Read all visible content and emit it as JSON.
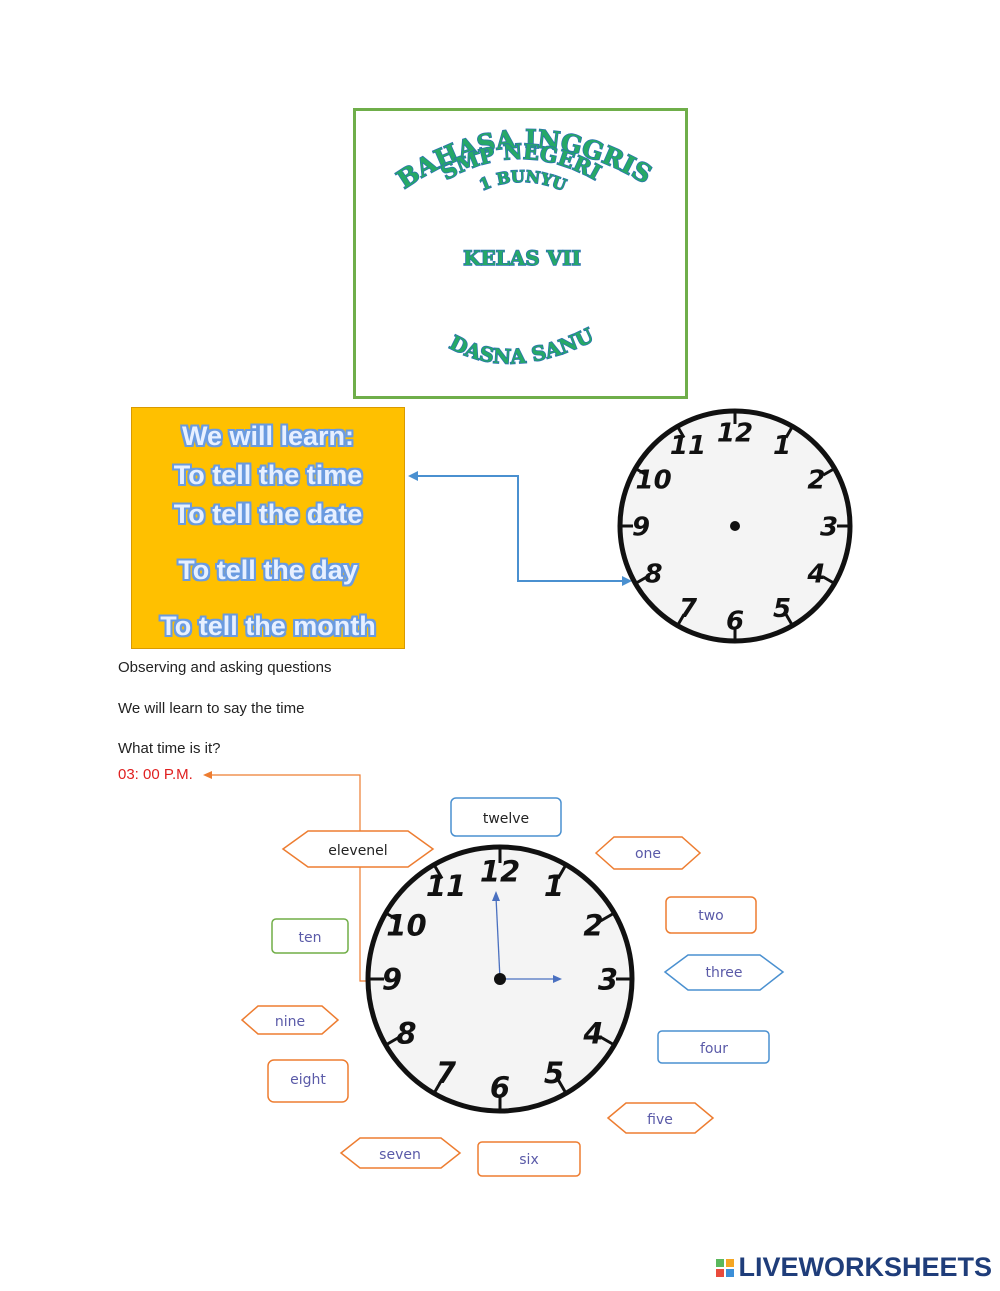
{
  "title_box": {
    "line1": "BAHASA INGGRIS",
    "line2": "SMP NEGERI",
    "line3": "1 BUNYU",
    "class_label": "KELAS VII",
    "author": "DASNA SANU"
  },
  "learn_box": {
    "heading": "We will learn:",
    "items": [
      "To tell the time",
      "To tell the date",
      "To tell the day",
      "To tell the month"
    ]
  },
  "top_clock_numbers": [
    "12",
    "1",
    "2",
    "3",
    "4",
    "5",
    "6",
    "7",
    "8",
    "9",
    "10",
    "11"
  ],
  "text": {
    "observing": "Observing and asking questions",
    "learn_say": "We will learn to say the time",
    "question": "What time is it?",
    "answer": "03: 00 P.M."
  },
  "word_labels": {
    "twelve": "twelve",
    "eleven": "elevenel",
    "one": "one",
    "two": "two",
    "ten": "ten",
    "three": "three",
    "nine": "nine",
    "four": "four",
    "eight": "eight",
    "five": "five",
    "seven": "seven",
    "six": "six"
  },
  "colors": {
    "title_border": "#6fae4a",
    "learn_bg": "#ffc000",
    "orange": "#ed7d31",
    "blue": "#4a90d0",
    "green": "#70ad47",
    "answer_red": "#e02020"
  },
  "brand": "LIVEWORKSHEETS"
}
